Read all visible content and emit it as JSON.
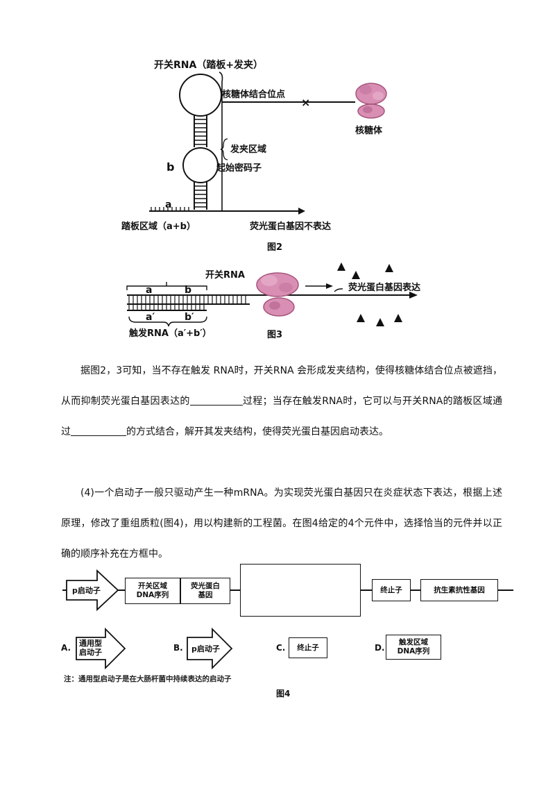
{
  "fig2": {
    "switch_rna_label": "开关RNA（踏板+发夹）",
    "rbs_label": "核糖体结合位点",
    "x_mark": "×",
    "ribosome_label": "核糖体",
    "hairpin_label": "发夹区域",
    "b_label": "b",
    "start_codon_label": "起始密码子",
    "a_label": "a",
    "toehold_label": "踏板区域（a+b）",
    "not_expressed_label": "荧光蛋白基因不表达",
    "caption": "图2"
  },
  "fig3": {
    "switch_rna_label": "开关RNA",
    "a_label": "a",
    "b_label": "b",
    "a_prime_label": "a′",
    "b_prime_label": "b′",
    "expressed_label": "荧光蛋白基因表达",
    "trigger_label": "触发RNA（a′+b′）",
    "caption": "图3"
  },
  "text": {
    "para1_part1": "据图2，3可知，当不存在触发 RNA时，开关RNA 会形成发夹结构，使得核糖体结合位点被遮挡，从而抑制荧光蛋白基因表达的",
    "para1_part2": "过程；当存在触发RNA时，它可以与开关RNA的踏板区域通过",
    "para1_part3": "的方式结合，解开其发夹结构，使得荧光蛋白基因启动表达。",
    "para2": "(4)一个启动子一般只驱动产生一种mRNA。为实现荧光蛋白基因只在炎症状态下表达，根据上述原理，修改了重组质粒(图4)，用以构建新的工程菌。在图4给定的4个元件中，选择恰当的元件并以正确的顺序补充在方框中。"
  },
  "fig4": {
    "p_promoter": "p启动子",
    "switch_dna": "开关区域DNA序列",
    "fluor_gene": "荧光蛋白基因",
    "terminator": "终止子",
    "antibiotic_gene": "抗生素抗性基因",
    "options": [
      {
        "letter": "A.",
        "text": "通用型启动子"
      },
      {
        "letter": "B.",
        "text": "p启动子"
      },
      {
        "letter": "C.",
        "text": "终止子"
      },
      {
        "letter": "D.",
        "text": "触发区域DNA序列"
      }
    ],
    "note": "注：通用型启动子是在大肠杆菌中持续表达的启动子",
    "caption": "图4"
  },
  "colors": {
    "ribosome": "#d98fb4",
    "ribosome_dark": "#a6537a",
    "ink": "#111111"
  }
}
